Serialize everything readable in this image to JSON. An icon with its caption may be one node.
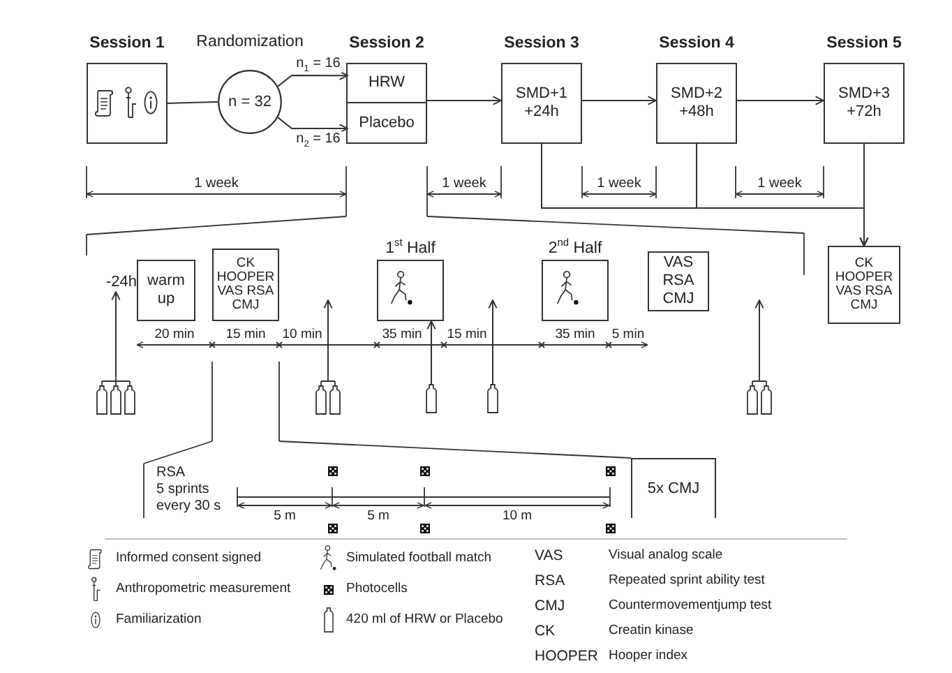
{
  "diagram": {
    "nodes": [
      {
        "text": [
          "Session 1"
        ]
      },
      {
        "text": [
          "Randomization",
          "n = 32"
        ]
      },
      {
        "text": [
          "Session 2"
        ]
      },
      {
        "text": [
          "HRW"
        ],
        "in": 2
      },
      {
        "text": [
          "Placebo"
        ],
        "in": 2
      },
      {
        "text": [
          "Session 3",
          "SMD+1 +24h"
        ]
      },
      {
        "text": [
          "Session 4",
          "SMD+2 +48h"
        ]
      },
      {
        "text": [
          "Session 5",
          "SMD+3 +72h"
        ]
      },
      {
        "text": [
          "-24h"
        ]
      },
      {
        "text": [
          "warm up"
        ]
      },
      {
        "text": [
          "CK HOOPER VAS RSA CMJ"
        ]
      },
      {
        "text": [
          "1$^{st}$ Half"
        ]
      },
      {
        "text": [
          "2$^{nd}$ Half"
        ]
      },
      {
        "text": [
          "VAS RSA CMJ"
        ]
      },
      {
        "text": [
          "CK HOOPER VAS RSA CMJ"
        ]
      },
      {
        "text": [],
        "shape": "bottle"
      },
      {
        "text": [],
        "shape": "bottle"
      },
      {
        "text": [],
        "shape": "bottle"
      },
      {
        "text": [],
        "shape": "bottle"
      },
      {
        "text": [],
        "shape": "bottle"
      },
      {
        "text": [
          "5x CMJ"
        ]
      }
    ],
    "edges": [
      {
        "from": 0,
        "to": 1,
        "arrow": "none"
      },
      {
        "from": 1,
        "to": 3,
        "arrow": "to",
        "label": "n$_{1}$ = 16"
      },
      {
        "from": 1,
        "to": 4,
        "arrow": "to",
        "label": "n$_{2}$ = 16"
      },
      {
        "from": 2,
        "to": 5,
        "arrow": "to"
      },
      {
        "from": 5,
        "to": 6,
        "arrow": "to"
      },
      {
        "from": 6,
        "to": 7,
        "arrow": "to"
      },
      {
        "from": 5,
        "to": 14,
        "arrow": "to"
      },
      {
        "from": 6,
        "to": 14,
        "arrow": "to"
      },
      {
        "from": 7,
        "to": 14,
        "arrow": "to"
      },
      {
        "from": 15,
        "to": 8,
        "arrow": "to"
      },
      {
        "from": 16,
        "to": null,
        "arrow": "to"
      },
      {
        "from": 17,
        "to": 11,
        "arrow": "to"
      },
      {
        "from": 18,
        "to": null,
        "arrow": "to"
      },
      {
        "from": 19,
        "to": null,
        "arrow": "to"
      }
    ],
    "labels": [
      "1 week",
      "1 week",
      "1 week",
      "1 week",
      "20 min",
      "15 min",
      "10 min",
      "35 min",
      "15 min",
      "35 min",
      "5 min",
      "RSA",
      "5 sprints every 30 s",
      "5 m",
      "5 m",
      "10 m",
      "VAS",
      "Visual analog scale",
      "RSA",
      "Repeated sprint ability test",
      "CMJ",
      "Countermovementjump test",
      "CK",
      "Creatin kinase",
      "HOOPER",
      "Hooper index"
    ],
    "legend": [
      {
        "text": "Informed consent signed"
      },
      {
        "text": "Anthropometric measurement"
      },
      {
        "text": "Familiarization"
      },
      {
        "text": "Simulated football match"
      },
      {
        "text": "Photocells"
      },
      {
        "text": "420 ml of HRW or Placebo"
      }
    ]
  }
}
